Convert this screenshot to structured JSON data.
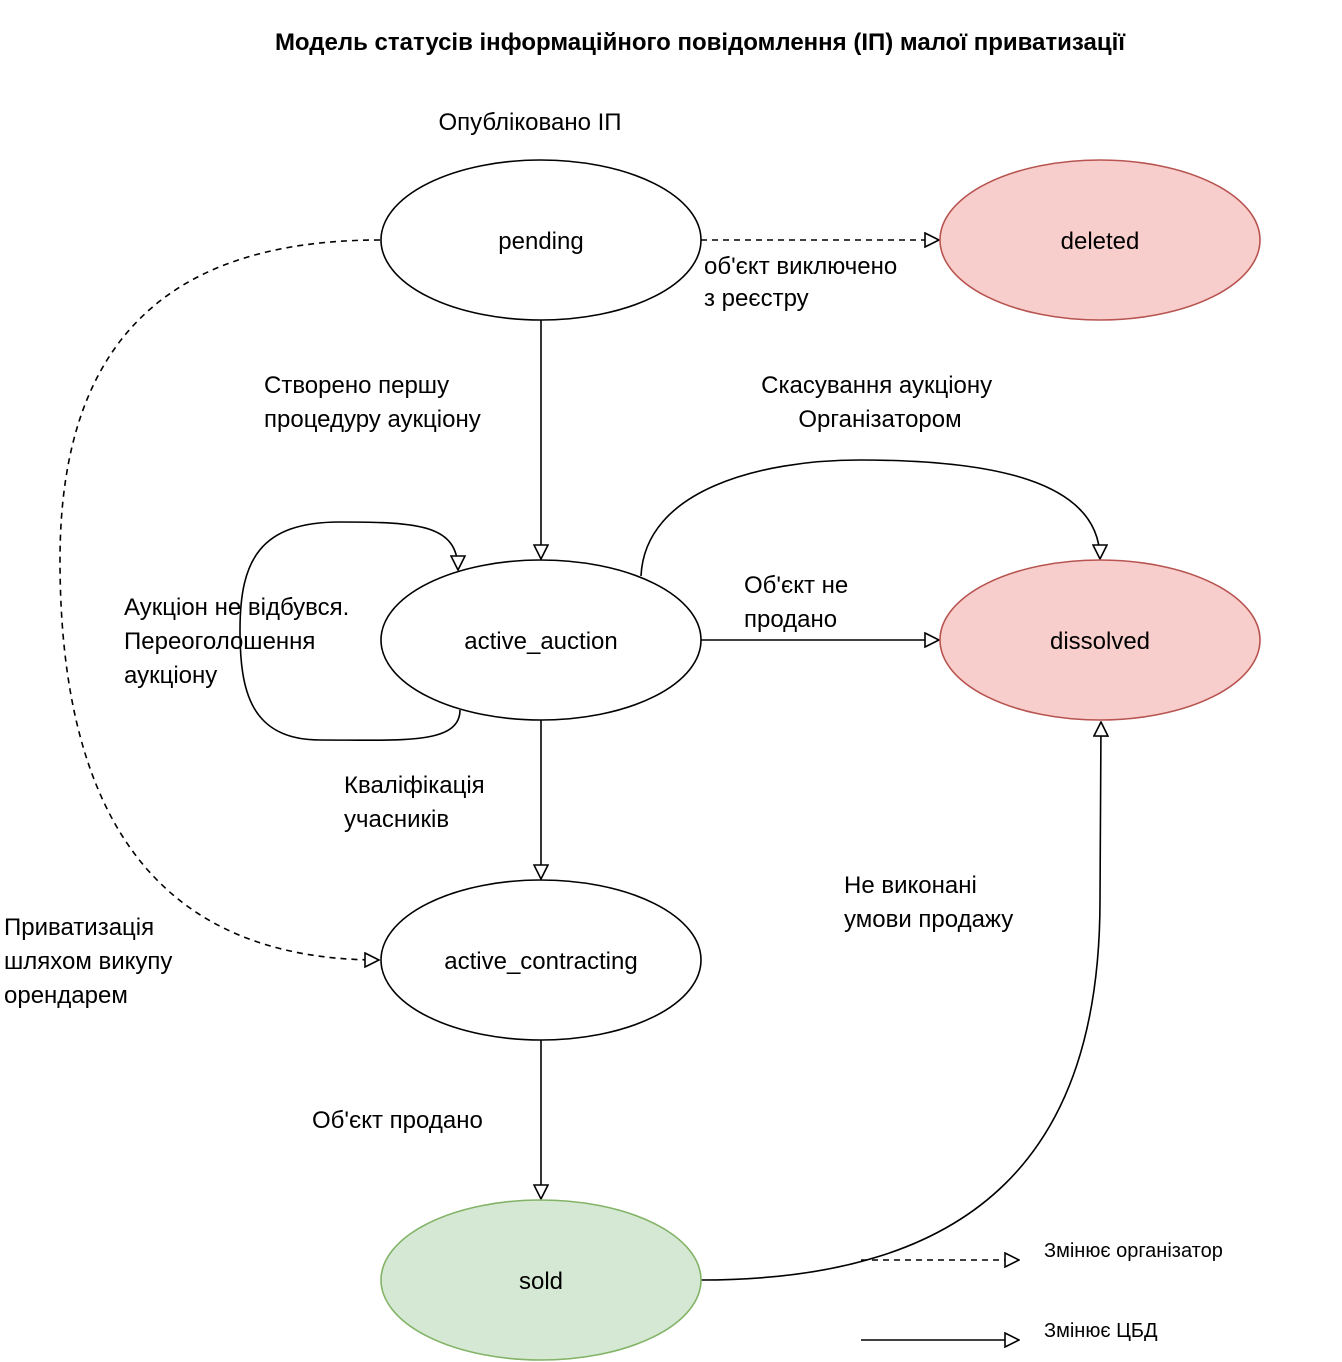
{
  "title": "Модель статусів інформаційного повідомлення (ІП) малої приватизації",
  "initial_label": "Опубліковано ІП",
  "colors": {
    "default_fill": "#ffffff",
    "default_stroke": "#000000",
    "red_fill": "#f8cecc",
    "red_stroke": "#b85450",
    "green_fill": "#d5e8d4",
    "green_stroke": "#82b366"
  },
  "nodes": {
    "pending": {
      "label": "pending",
      "style": "default"
    },
    "deleted": {
      "label": "deleted",
      "style": "red"
    },
    "active_auction": {
      "label": "active_auction",
      "style": "default"
    },
    "dissolved": {
      "label": "dissolved",
      "style": "red"
    },
    "active_contracting": {
      "label": "active_contracting",
      "style": "default"
    },
    "sold": {
      "label": "sold",
      "style": "green"
    }
  },
  "edges": {
    "pending_to_deleted": {
      "from": "pending",
      "to": "deleted",
      "type": "dashed",
      "label": [
        "об'єкт виключено",
        "з реєстру"
      ]
    },
    "pending_to_active_auction": {
      "from": "pending",
      "to": "active_auction",
      "type": "solid",
      "label": [
        "Створено першу",
        "процедуру аукціону"
      ]
    },
    "active_auction_loop": {
      "from": "active_auction",
      "to": "active_auction",
      "type": "solid",
      "label": [
        "Аукціон не відбувся.",
        "Переоголошення",
        "аукціону"
      ]
    },
    "active_auction_to_dissolved_cancel": {
      "from": "active_auction",
      "to": "dissolved",
      "type": "solid",
      "label": [
        "Скасування аукціону",
        "Організатором"
      ]
    },
    "active_auction_to_dissolved": {
      "from": "active_auction",
      "to": "dissolved",
      "type": "solid",
      "label": [
        "Об'єкт не",
        "продано"
      ]
    },
    "active_auction_to_active_contracting": {
      "from": "active_auction",
      "to": "active_contracting",
      "type": "solid",
      "label": [
        "Кваліфікація",
        "учасників"
      ]
    },
    "pending_to_active_contracting": {
      "from": "pending",
      "to": "active_contracting",
      "type": "dashed",
      "label": [
        "Приватизація",
        "шляхом викупу",
        "орендарем"
      ]
    },
    "active_contracting_to_sold": {
      "from": "active_contracting",
      "to": "sold",
      "type": "solid",
      "label": [
        "Об'єкт продано"
      ]
    },
    "sold_to_dissolved": {
      "from": "sold",
      "to": "dissolved",
      "type": "solid",
      "label": [
        "Не виконані",
        "умови продажу"
      ]
    }
  },
  "legend": {
    "dashed": "Змінює організатор",
    "solid": "Змінює ЦБД"
  }
}
